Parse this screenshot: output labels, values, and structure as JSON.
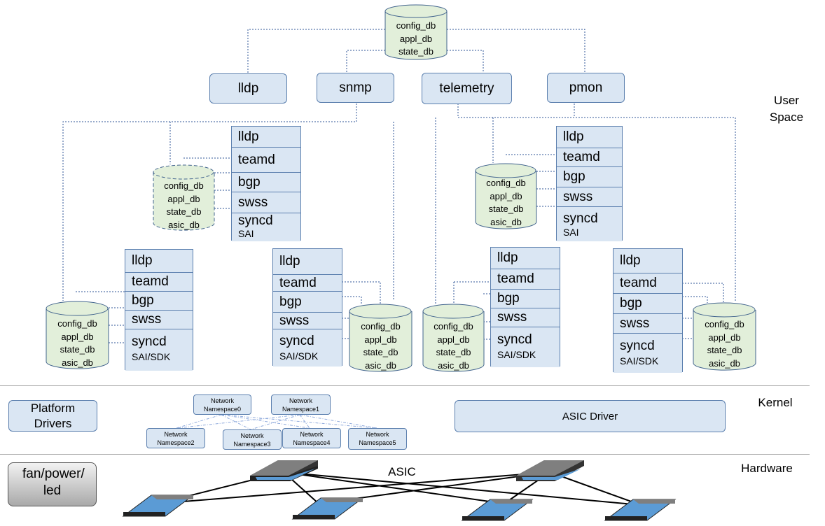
{
  "layers": {
    "user_space": "User Space",
    "kernel": "Kernel",
    "hardware": "Hardware"
  },
  "top_db": [
    "config_db",
    "appl_db",
    "state_db"
  ],
  "services": [
    "lldp",
    "snmp",
    "telemetry",
    "pmon"
  ],
  "asic_dbs": [
    "config_db",
    "appl_db",
    "state_db",
    "asic_db"
  ],
  "stacks": {
    "items": [
      "lldp",
      "teamd",
      "bgp",
      "swss",
      "syncd"
    ],
    "sai": "SAI",
    "sai_sdk": "SAI/SDK"
  },
  "kernel": {
    "platform_drivers": "Platform Drivers",
    "asic_driver": "ASIC Driver",
    "network_label": "Network",
    "namespaces": [
      "Namespace0",
      "Namespace1",
      "Namespace2",
      "Namespace3",
      "Namespace4",
      "Namespace5"
    ]
  },
  "hardware": {
    "fan_power_led": "fan/power/ led",
    "asic_label": "ASIC"
  },
  "colors": {
    "box_fill": "#dae6f3",
    "box_border": "#5b7fae",
    "db_fill": "#e2efda",
    "asic_top": "#5b9bd5"
  }
}
